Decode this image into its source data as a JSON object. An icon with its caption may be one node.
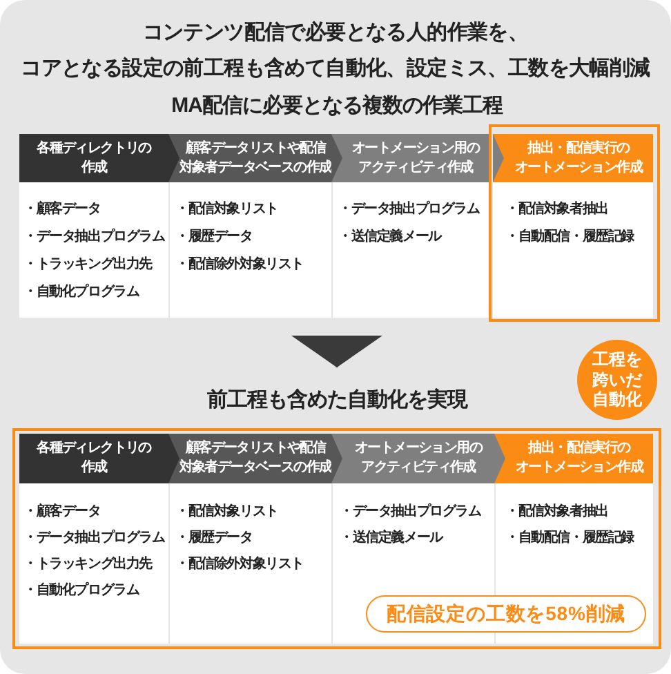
{
  "diagram": {
    "title": "コンテンツ配信で必要となる人的作業を、コアとなる設定の前工程も含めて自動化、設定ミス、工数を大幅削減",
    "nodes": [
      {
        "text": [
          "MA配信に必要となる複数の作業工程"
        ]
      },
      {
        "text": [
          "各種ディレクトリの作成",
          "・顧客データ",
          "・データ抽出プログラム",
          "・トラッキング出力先",
          "・自動化プログラム"
        ],
        "in": 0
      },
      {
        "text": [
          "顧客データリストや配信対象者データベースの作成",
          "・配信対象リスト",
          "・履歴データ",
          "・配信除外対象リスト"
        ],
        "in": 0
      },
      {
        "text": [
          "オートメーション用のアクティビティ作成",
          "・データ抽出プログラム",
          "・送信定義メール"
        ],
        "in": 0
      },
      {
        "text": [
          "抽出・配信実行のオートメーション作成",
          "・配信対象者抽出",
          "・自動配信・履歴記録"
        ],
        "in": 0
      },
      {
        "text": [
          "工程を跨いだ自動化"
        ]
      },
      {
        "text": [
          "前工程も含めた自動化を実現"
        ]
      },
      {
        "text": [
          "各種ディレクトリの作成",
          "・顧客データ",
          "・データ抽出プログラム",
          "・トラッキング出力先",
          "・自動化プログラム"
        ],
        "in": 6
      },
      {
        "text": [
          "顧客データリストや配信対象者データベースの作成",
          "・配信対象リスト",
          "・履歴データ",
          "・配信除外対象リスト"
        ],
        "in": 6
      },
      {
        "text": [
          "オートメーション用のアクティビティ作成",
          "・データ抽出プログラム",
          "・送信定義メール"
        ],
        "in": 6
      },
      {
        "text": [
          "抽出・配信実行のオートメーション作成",
          "・配信対象者抽出",
          "・自動配信・履歴記録"
        ],
        "in": 6
      },
      {
        "text": [
          "配信設定の工数を58%削減"
        ],
        "in": 6
      }
    ],
    "edges": [
      {
        "from": 0,
        "to": 6,
        "arrow": "to"
      }
    ]
  }
}
